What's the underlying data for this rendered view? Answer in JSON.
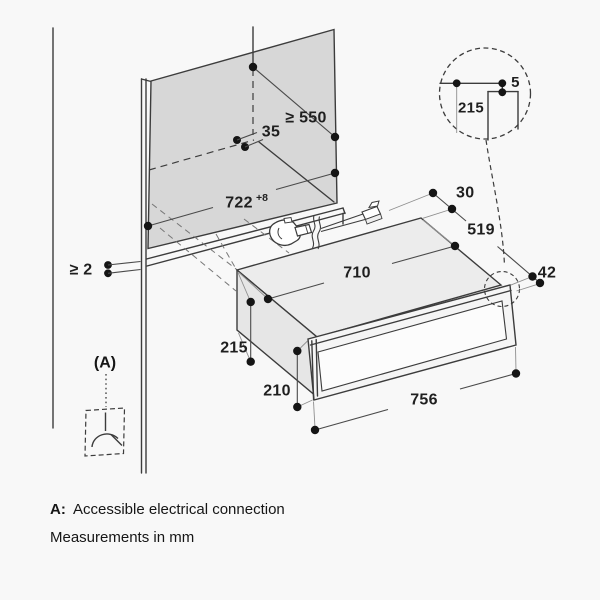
{
  "diagram": {
    "connection_label": "(A)",
    "legend_key": "A:",
    "legend_text": "Accessible electrical connection",
    "unit_note": "Measurements in mm",
    "dims": {
      "niche_width": "722",
      "niche_width_sup": "+8",
      "niche_depth": "≥ 550",
      "hole_offset": "35",
      "side_clearance": "≥ 2",
      "rear_gap": "30",
      "unit_depth": "519",
      "unit_width": "710",
      "front_depth": "42",
      "unit_height": "215",
      "front_height": "210",
      "front_width": "756",
      "detail_height": "215",
      "detail_gap": "5"
    },
    "icons": {
      "power_plug": "power-plug-icon",
      "socket_symbol": "electrical-socket-icon"
    },
    "colors": {
      "background": "#f8f8f8",
      "niche_panel": "#d7d7d7",
      "unit_top": "#ececec",
      "unit_side": "#e6e6e6",
      "line": "#3c3c3c"
    }
  }
}
